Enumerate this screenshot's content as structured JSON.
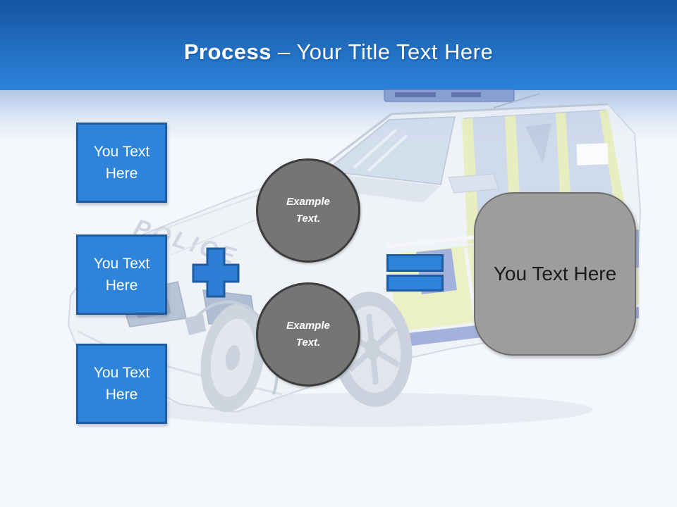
{
  "header": {
    "title_bold": "Process",
    "title_rest": "– Your Title Text Here"
  },
  "diagram": {
    "input_boxes": [
      {
        "label": "You Text Here"
      },
      {
        "label": "You Text Here"
      },
      {
        "label": "You Text Here"
      }
    ],
    "circles": [
      {
        "label": "Example Text."
      },
      {
        "label": "Example Text."
      }
    ],
    "result": {
      "label": "You Text Here"
    }
  },
  "background": {
    "police_label": "POLICE"
  },
  "colors": {
    "accent_blue": "#2e84da",
    "accent_blue_border": "#1d5c9e",
    "circle_gray": "#757575",
    "result_gray": "#9d9d9d",
    "header_blue_top": "#14539f",
    "header_blue_bottom": "#2b82da"
  }
}
